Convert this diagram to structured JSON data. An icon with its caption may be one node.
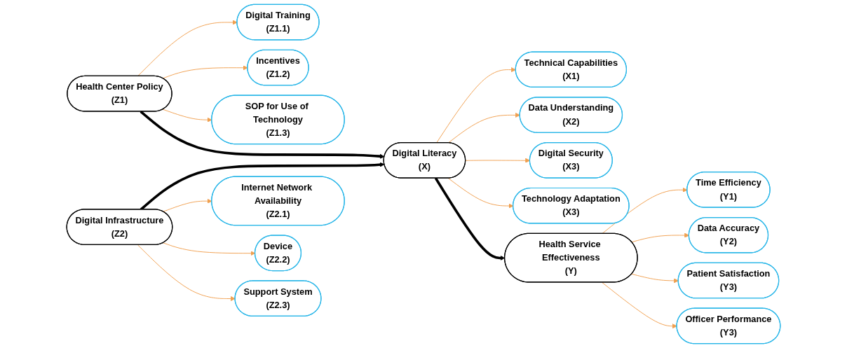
{
  "diagram": {
    "nodes": [
      {
        "text": [
          "Digital Training",
          "(Z1.1)"
        ]
      },
      {
        "text": [
          "Incentives",
          "(Z1.2)"
        ]
      },
      {
        "text": [
          "SOP for Use of Technology",
          "(Z1.3)"
        ]
      },
      {
        "text": [
          "Health Center Policy",
          "(Z1)"
        ]
      },
      {
        "text": [
          "Technical Capabilities",
          "(X1)"
        ]
      },
      {
        "text": [
          "Time Efficiency",
          "(Y1)"
        ]
      },
      {
        "text": [
          "Data Understanding",
          "(X2)"
        ]
      },
      {
        "text": [
          "Data Accuracy",
          "(Y2)"
        ]
      },
      {
        "text": [
          "Digital Literacy",
          "(X)"
        ]
      },
      {
        "text": [
          "Health Service Effectiveness",
          "(Y)"
        ]
      },
      {
        "text": [
          "Digital Security",
          "(X3)"
        ]
      },
      {
        "text": [
          "Patient Satisfaction",
          "(Y3)"
        ]
      },
      {
        "text": [
          "Technology Adaptation",
          "(X3)"
        ]
      },
      {
        "text": [
          "Officer Performance",
          "(Y3)"
        ]
      },
      {
        "text": [
          "Digital Infrastructure",
          "(Z2)"
        ]
      },
      {
        "text": [
          "Internet Network Availability",
          "(Z2.1)"
        ]
      },
      {
        "text": [
          "Device",
          "(Z2.2)"
        ]
      },
      {
        "text": [
          "Support System",
          "(Z2.3)"
        ]
      }
    ],
    "edges": [
      {
        "from": 3,
        "to": 0,
        "arrow": "to"
      },
      {
        "from": 3,
        "to": 1,
        "arrow": "to"
      },
      {
        "from": 3,
        "to": 2,
        "arrow": "to"
      },
      {
        "from": 3,
        "to": 8,
        "arrow": "to",
        "style": "thick",
        "color": "#000000"
      },
      {
        "from": 8,
        "to": 4,
        "arrow": "to"
      },
      {
        "from": 8,
        "to": 6,
        "arrow": "to"
      },
      {
        "from": 8,
        "to": 10,
        "arrow": "to"
      },
      {
        "from": 8,
        "to": 12,
        "arrow": "to"
      },
      {
        "from": 8,
        "to": 9,
        "arrow": "to",
        "style": "thick",
        "color": "#000000"
      },
      {
        "from": 9,
        "to": 5,
        "arrow": "to"
      },
      {
        "from": 9,
        "to": 7,
        "arrow": "to"
      },
      {
        "from": 9,
        "to": 11,
        "arrow": "to"
      },
      {
        "from": 9,
        "to": 13,
        "arrow": "to"
      },
      {
        "from": 14,
        "to": 8,
        "arrow": "to",
        "style": "thick",
        "color": "#000000"
      },
      {
        "from": 14,
        "to": 15,
        "arrow": "to"
      },
      {
        "from": 14,
        "to": 16,
        "arrow": "to"
      },
      {
        "from": 14,
        "to": 17,
        "arrow": "to"
      }
    ]
  }
}
